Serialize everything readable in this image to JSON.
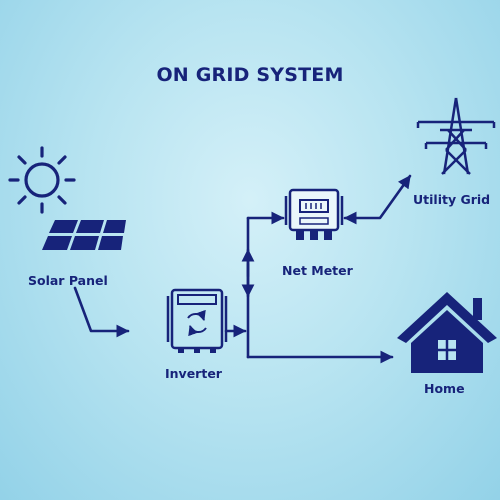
{
  "title": "ON GRID SYSTEM",
  "labels": {
    "solar_panel": "Solar Panel",
    "inverter": "Inverter",
    "net_meter": "Net Meter",
    "utility_grid": "Utility Grid",
    "home": "Home"
  },
  "colors": {
    "primary": "#17237a",
    "background": "#b8e4f1"
  },
  "icons": [
    "sun-icon",
    "solar-panel-icon",
    "inverter-icon",
    "net-meter-icon",
    "transmission-tower-icon",
    "home-icon"
  ]
}
